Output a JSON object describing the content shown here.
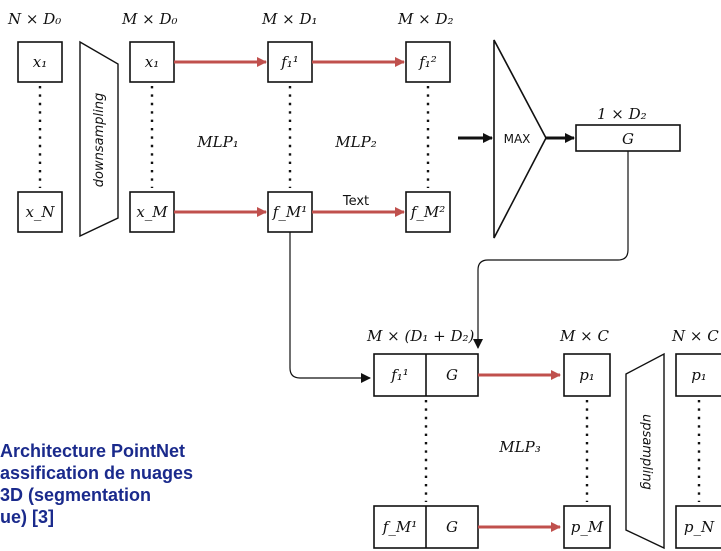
{
  "colors": {
    "line": "#111111",
    "arrow_red": "#c0504d",
    "caption": "#1a2a8c"
  },
  "dims": {
    "input": "N × D₀",
    "sampled": "M × D₀",
    "layer1": "M × D₁",
    "layer2": "M × D₂",
    "global": "1 × D₂",
    "concat": "M × (D₁ + D₂)",
    "output": "M × C",
    "final": "N × C"
  },
  "nodes": {
    "x1": "x₁",
    "xN": "x_N",
    "x1s": "x₁",
    "xM": "x_M",
    "f1_1": "f₁¹",
    "fM_1": "f_M¹",
    "f1_2": "f₁²",
    "fM_2": "f_M²",
    "G": "G",
    "cat_f1": "f₁¹",
    "cat_G1": "G",
    "cat_fM": "f_M¹",
    "cat_GM": "G",
    "p1": "p₁",
    "pM": "p_M",
    "p1f": "p₁",
    "pN": "p_N"
  },
  "labels": {
    "downsampling": "downsampling",
    "upsampling": "upsampling",
    "mlp1": "MLP₁",
    "mlp2": "MLP₂",
    "mlp3": "MLP₃",
    "max": "MAX",
    "text": "Text"
  },
  "caption": "Architecture PointNet\nassification de nuages\n3D (segmentation\nue) [3]"
}
